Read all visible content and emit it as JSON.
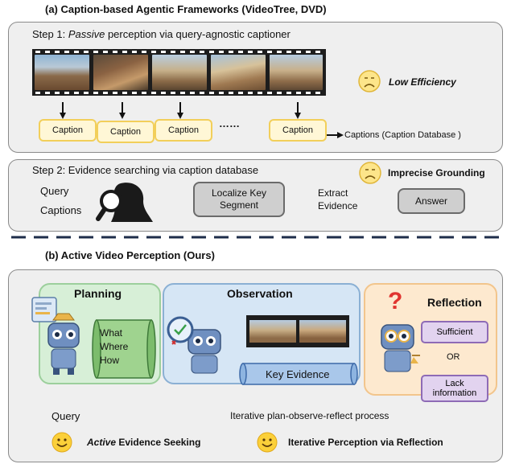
{
  "part_a": {
    "title": "(a)  Caption-based Agentic Frameworks (VideoTree, DVD)",
    "step1": {
      "prefix": "Step 1: ",
      "passive": "Passive",
      "rest": " perception via query-agnostic captioner"
    },
    "low_efficiency": "Low Efficiency",
    "captions": [
      "Caption",
      "Caption",
      "Caption",
      "Caption"
    ],
    "ellipsis": "……",
    "caption_database": "Captions (Caption Database )",
    "step2": "Step 2: Evidence searching  via caption database",
    "imprecise_grounding": "Imprecise Grounding",
    "query": "Query",
    "captions_label": "Captions",
    "localize": "Localize Key Segment",
    "extract_evidence": "Extract\nEvidence",
    "answer": "Answer"
  },
  "part_b": {
    "title": "(b)  Active Video Perception (Ours)",
    "planning": "Planning",
    "scroll_words": [
      "What",
      "Where",
      "How"
    ],
    "observation": "Observation",
    "key_evidence": "Key Evidence",
    "reflection": "Reflection",
    "sufficient": "Sufficient",
    "or": "OR",
    "lack_information": "Lack information",
    "query": "Query",
    "loop_label": "Iterative plan-observe-reflect process",
    "active_italic": "Active",
    "active_rest": " Evidence Seeking",
    "iterative": "Iterative Perception via Reflection"
  },
  "colors": {
    "caption_border": "#f2cf5a",
    "caption_fill": "#fff7d6",
    "planning_fill": "#d7efd7",
    "observation_fill": "#d6e6f5",
    "reflection_fill": "#fde9cf",
    "purple": "#8e6bb6",
    "key_evidence_fill": "#a9c7ea"
  }
}
